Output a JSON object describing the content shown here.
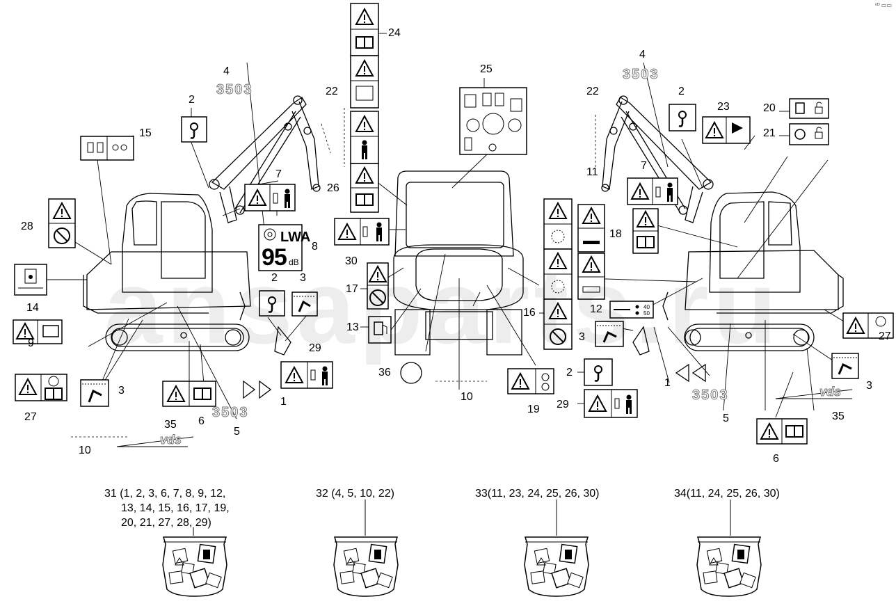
{
  "corner_mark": "ᵒᴰ ▭▭",
  "watermark": "ansaparts.ru",
  "model_name": "3503",
  "brand_name": "vds",
  "noise_label": {
    "title": "LWA",
    "value": "95",
    "unit": "dB"
  },
  "labels": {
    "n1a": "1",
    "n1b": "1",
    "n2a": "2",
    "n2b": "2",
    "n2c": "2",
    "n2d": "2",
    "n3a": "3",
    "n3b": "3",
    "n3c": "3",
    "n3d": "3",
    "n4a": "4",
    "n4b": "4",
    "n5a": "5",
    "n5b": "5",
    "n6a": "6",
    "n6b": "6",
    "n7a": "7",
    "n7b": "7",
    "n8": "8",
    "n9": "9",
    "n10a": "10",
    "n10b": "10",
    "n11": "11",
    "n12": "12",
    "n13": "13",
    "n14": "14",
    "n15": "15",
    "n16": "16",
    "n17": "17",
    "n18": "18",
    "n19": "19",
    "n20": "20",
    "n21": "21",
    "n22a": "22",
    "n22b": "22",
    "n23": "23",
    "n24": "24",
    "n25": "25",
    "n26": "26",
    "n27a": "27",
    "n27b": "27",
    "n28": "28",
    "n29a": "29",
    "n29b": "29",
    "n30": "30",
    "n35a": "35",
    "n35b": "35",
    "n36": "36"
  },
  "gauge_values": {
    "top": "40",
    "bottom": "50"
  },
  "kits": [
    {
      "line1": "31 (1, 2, 3, 6, 7, 8, 9, 12,",
      "line2": "13, 14, 15, 16, 17, 19,",
      "line3": "20, 21, 27, 28, 29)"
    },
    {
      "line1": "32 (4, 5, 10, 22)"
    },
    {
      "line1": "33(11, 23, 24, 25, 26, 30)"
    },
    {
      "line1": "34(11, 24, 25, 26, 30)"
    }
  ]
}
